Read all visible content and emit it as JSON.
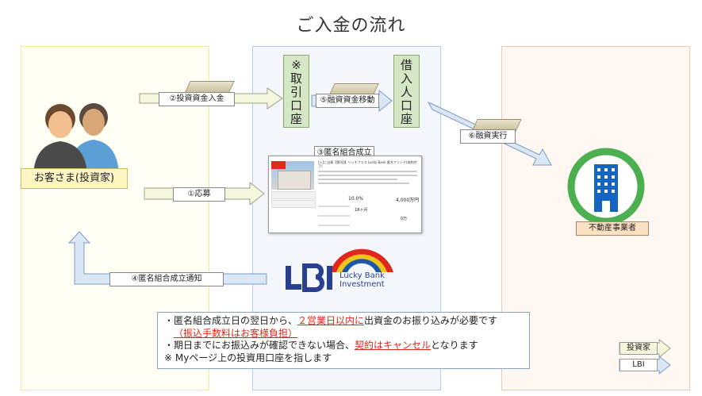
{
  "title": "ご入金の流れ",
  "customer": {
    "label": "お客さま(投資家)"
  },
  "realestate": {
    "label": "不動産事業者"
  },
  "accounts": {
    "trading": [
      "※",
      "取",
      "引",
      "口",
      "座"
    ],
    "borrowing": [
      "借",
      "入",
      "人",
      "口",
      "座"
    ]
  },
  "steps": {
    "s1": "①応募",
    "s2": "②投資資金入金",
    "s3": "③匿名組合成立",
    "s4": "④匿名組合成立通知",
    "s5": "⑤融資資金移動",
    "s6": "⑥融資実行"
  },
  "logo": {
    "line1": "Lucky Bank",
    "line2": "Investment"
  },
  "notes": {
    "line1_pre": "・匿名組合成立日の翌日から、",
    "line1_red": "２営業日以内に",
    "line1_post": "出資金のお振り込みが必要です",
    "line2_red": "（振込手数料はお客様負担）",
    "line3_pre": "・期日までにお振込みが確認できない場合、",
    "line3_red": "契約はキャンセル",
    "line3_post": "となります",
    "line4": "※ Myページ上の投資用口座を指します"
  },
  "legend": {
    "investor": "投資家",
    "lbi": "LBI"
  },
  "doc": {
    "header": "[入]に出資【第0回】リッチプラス Lucky Bank 匿名ファンド(成約完了)",
    "rows": [
      {
        "label": "",
        "value": "10.0%"
      },
      {
        "label": "",
        "value": "4,000万円"
      },
      {
        "label": "",
        "value": "18ヶ月"
      },
      {
        "label": "",
        "value": "0万"
      }
    ]
  },
  "colors": {
    "investor_arrow": "#f5f7dc",
    "lbi_arrow": "#dbe7f5",
    "vbox": "#d6e7c6",
    "building_ring": "#4caf50",
    "building": "#1565c0",
    "red": "#e0281c"
  }
}
